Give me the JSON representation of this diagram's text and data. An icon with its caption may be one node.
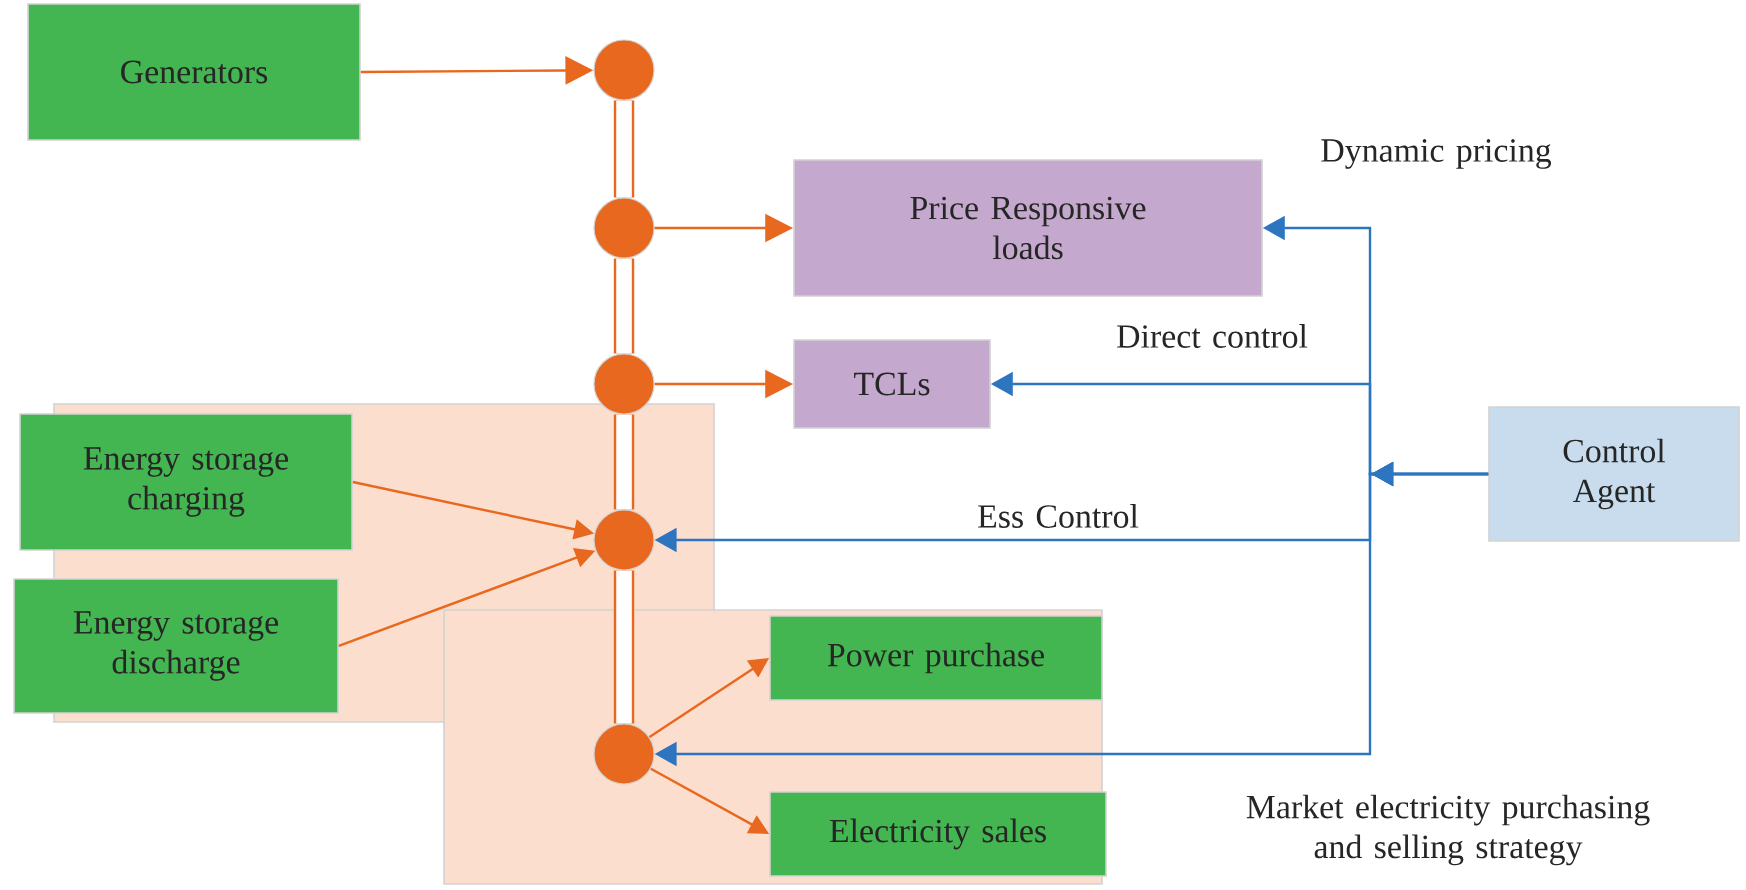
{
  "diagram": {
    "nodes": [
      {
        "text": [
          "Generators"
        ]
      },
      {
        "text": [],
        "shape": "circle"
      },
      {
        "text": [],
        "shape": "circle"
      },
      {
        "text": [
          "Price Responsive loads"
        ]
      },
      {
        "text": [],
        "shape": "circle"
      },
      {
        "text": [
          "TCLs"
        ]
      },
      {
        "text": [
          "Energy storage charging"
        ]
      },
      {
        "text": [],
        "shape": "circle"
      },
      {
        "text": [
          "Energy storage discharge"
        ]
      },
      {
        "text": [
          "Power purchase"
        ]
      },
      {
        "text": [],
        "shape": "circle"
      },
      {
        "text": [
          "Electricity sales"
        ]
      },
      {
        "text": [
          "Control Agent"
        ]
      }
    ],
    "edges": [
      {
        "from": 0,
        "to": 1,
        "arrow": "to"
      },
      {
        "from": 1,
        "to": 2,
        "arrow": "none",
        "style": "thick"
      },
      {
        "from": 2,
        "to": 4,
        "arrow": "none",
        "style": "thick"
      },
      {
        "from": 4,
        "to": 7,
        "arrow": "none",
        "style": "thick"
      },
      {
        "from": 7,
        "to": 10,
        "arrow": "none",
        "style": "thick"
      },
      {
        "from": 2,
        "to": 3,
        "arrow": "to"
      },
      {
        "from": 4,
        "to": 5,
        "arrow": "to"
      },
      {
        "from": 6,
        "to": 7,
        "arrow": "to"
      },
      {
        "from": 8,
        "to": 7,
        "arrow": "to"
      },
      {
        "from": 10,
        "to": 9,
        "arrow": "to"
      },
      {
        "from": 10,
        "to": 11,
        "arrow": "to"
      },
      {
        "from": 12,
        "to": 3,
        "arrow": "to",
        "color": "#2e75c0",
        "label": "Dynamic pricing"
      },
      {
        "from": 12,
        "to": 5,
        "arrow": "to",
        "color": "#2e75c0",
        "label": "Direct control"
      },
      {
        "from": 12,
        "to": 7,
        "arrow": "to",
        "color": "#2e75c0",
        "label": "Ess Control"
      },
      {
        "from": 12,
        "to": 10,
        "arrow": "to",
        "color": "#2e75c0",
        "label": "Market electricity purchasing and selling strategy"
      }
    ]
  }
}
